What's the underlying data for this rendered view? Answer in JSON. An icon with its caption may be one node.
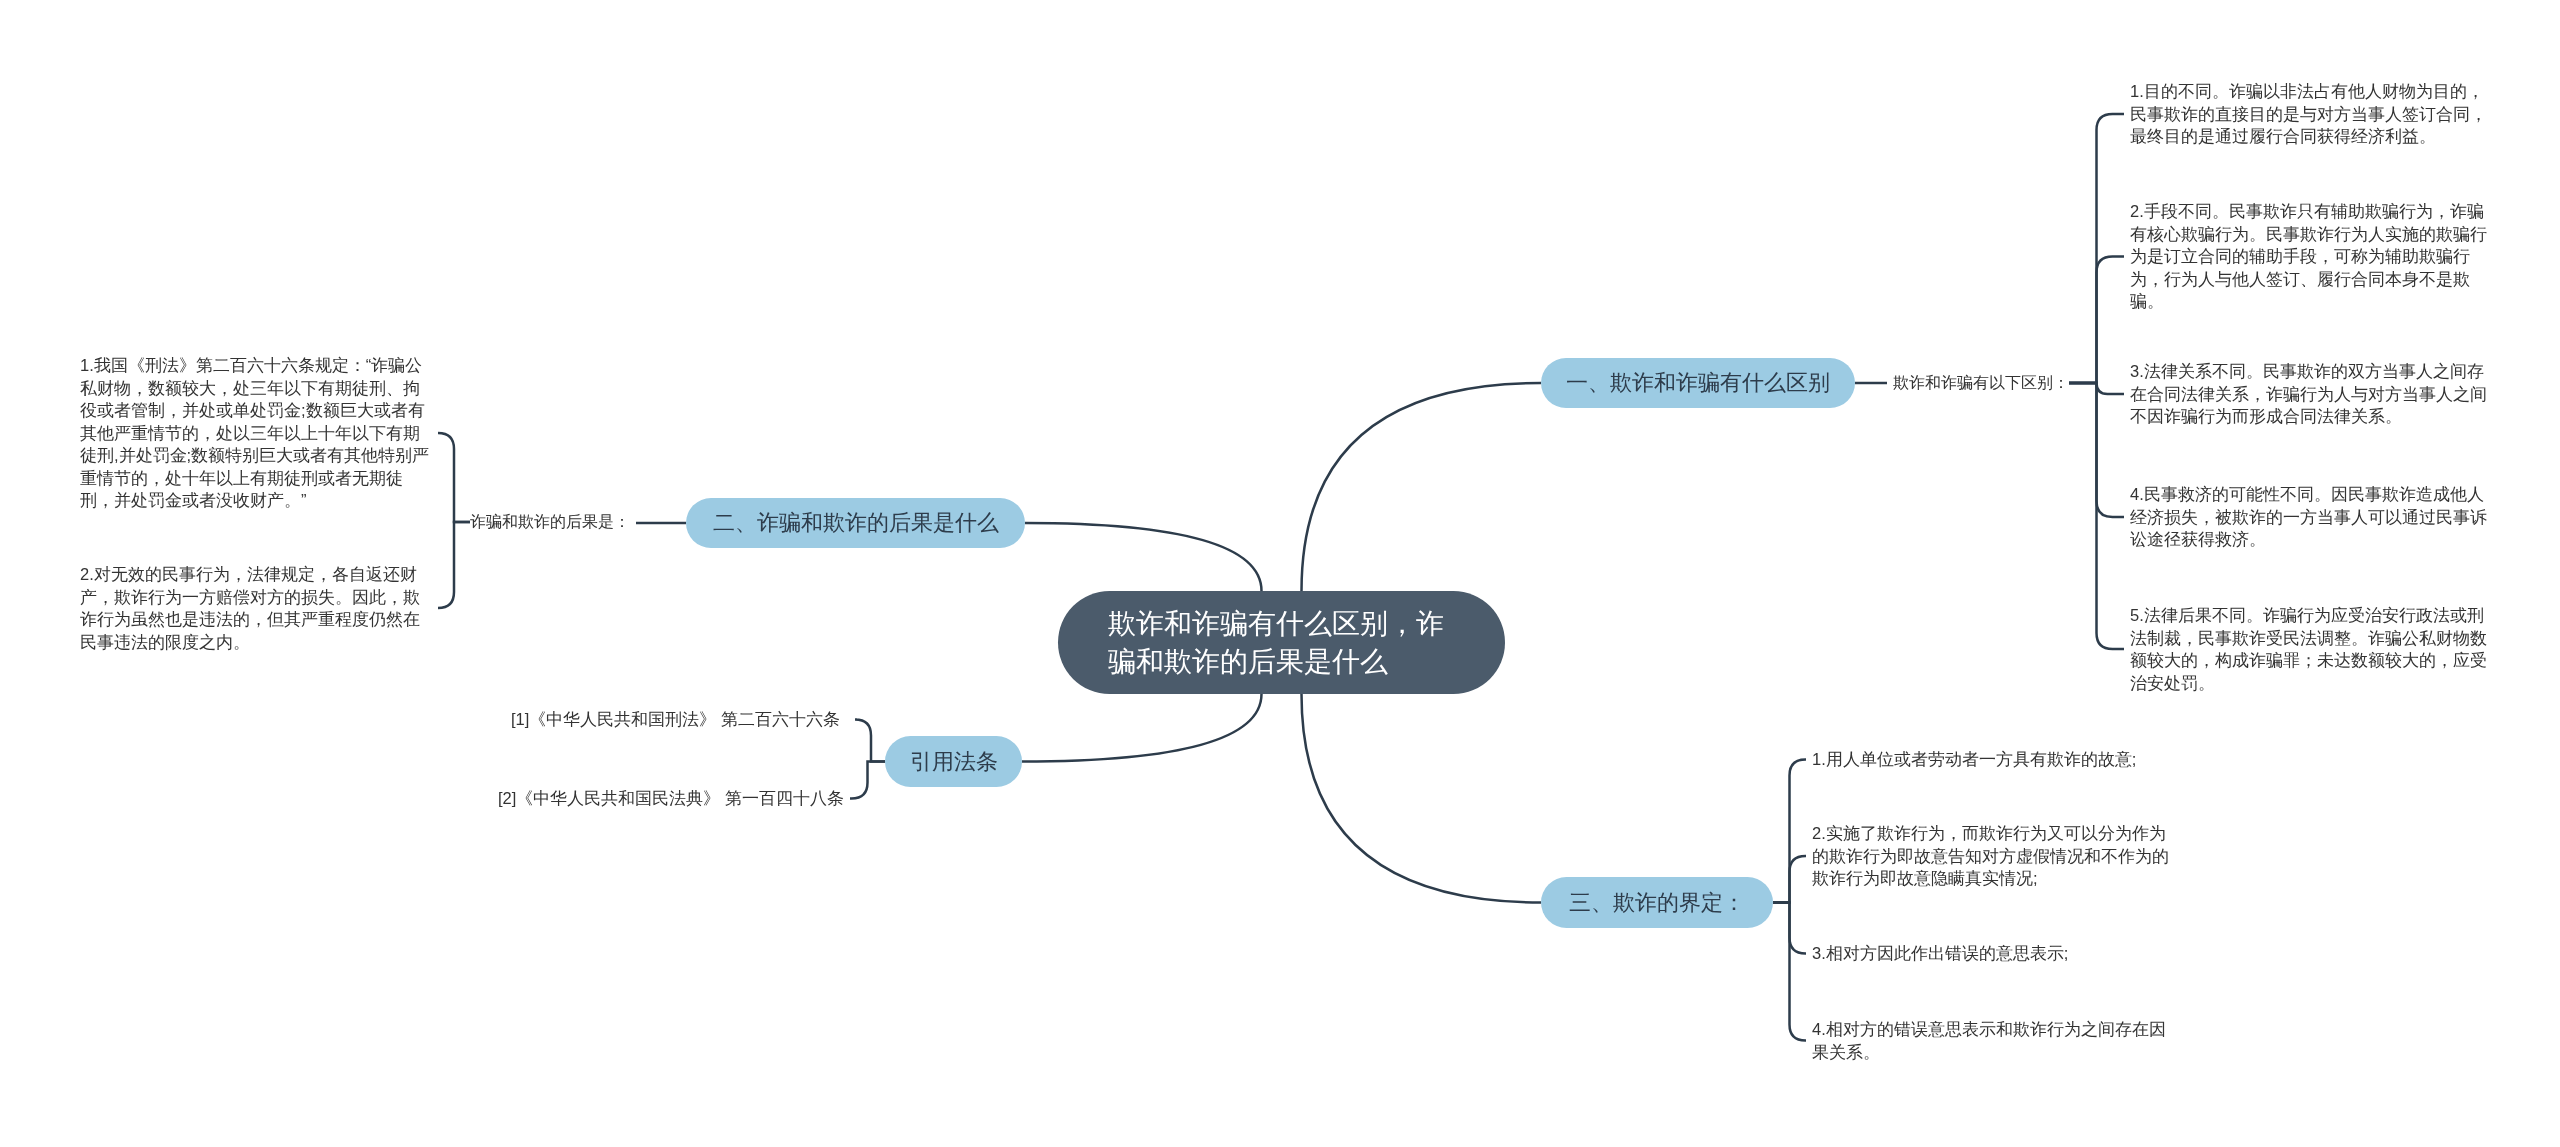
{
  "diagram": {
    "nodes": [
      {
        "text": [
          "欺诈和诈骗有什么区别，诈骗和欺诈的后果是什么"
        ]
      },
      {
        "text": [
          "一、欺诈和诈骗有什么区别"
        ]
      },
      {
        "text": [
          "欺诈和诈骗有以下区别："
        ]
      },
      {
        "text": [
          "1.目的不同。诈骗以非法占有他人财物为目的，民事欺诈的直接目的是与对方当事人签订合同，最终目的是通过履行合同获得经济利益。"
        ]
      },
      {
        "text": [
          "2.手段不同。民事欺诈只有辅助欺骗行为，诈骗有核心欺骗行为。民事欺诈行为人实施的欺骗行为是订立合同的辅助手段，可称为辅助欺骗行为，行为人与他人签订、履行合同本身不是欺骗。"
        ]
      },
      {
        "text": [
          "3.法律关系不同。民事欺诈的双方当事人之间存在合同法律关系，诈骗行为人与对方当事人之间不因诈骗行为而形成合同法律关系。"
        ]
      },
      {
        "text": [
          "4.民事救济的可能性不同。因民事欺诈造成他人经济损失，被欺诈的一方当事人可以通过民事诉讼途径获得救济。"
        ]
      },
      {
        "text": [
          "5.法律后果不同。诈骗行为应受治安行政法或刑法制裁，民事欺诈受民法调整。诈骗公私财物数额较大的，构成诈骗罪；未达数额较大的，应受治安处罚。"
        ]
      },
      {
        "text": [
          "二、诈骗和欺诈的后果是什么"
        ]
      },
      {
        "text": [
          "诈骗和欺诈的后果是："
        ]
      },
      {
        "text": [
          "1.我国《刑法》第二百六十六条规定：“诈骗公私财物，数额较大，处三年以下有期徒刑、拘役或者管制，并处或单处罚金;数额巨大或者有其他严重情节的，处以三年以上十年以下有期徒刑,并处罚金;数额特别巨大或者有其他特别严重情节的，处十年以上有期徒刑或者无期徒刑，并处罚金或者没收财产。”"
        ]
      },
      {
        "text": [
          "2.对无效的民事行为，法律规定，各自返还财产，欺诈行为一方赔偿对方的损失。因此，欺诈行为虽然也是违法的，但其严重程度仍然在民事违法的限度之内。"
        ]
      },
      {
        "text": [
          "引用法条"
        ]
      },
      {
        "text": [
          "[1]《中华人民共和国刑法》 第二百六十六条"
        ]
      },
      {
        "text": [
          "[2]《中华人民共和国民法典》 第一百四十八条"
        ]
      },
      {
        "text": [
          "三、欺诈的界定："
        ]
      },
      {
        "text": [
          "1.用人单位或者劳动者一方具有欺诈的故意;"
        ]
      },
      {
        "text": [
          "2.实施了欺诈行为，而欺诈行为又可以分为作为的欺诈行为即故意告知对方虚假情况和不作为的欺诈行为即故意隐瞒真实情况;"
        ]
      },
      {
        "text": [
          "3.相对方因此作出错误的意思表示;"
        ]
      },
      {
        "text": [
          "4.相对方的错误意思表示和欺诈行为之间存在因果关系。"
        ]
      }
    ],
    "edges": [
      {
        "from": 0,
        "to": 1,
        "arrow": "none"
      },
      {
        "from": 1,
        "to": 2,
        "arrow": "none"
      },
      {
        "from": 2,
        "to": 3,
        "arrow": "none"
      },
      {
        "from": 2,
        "to": 4,
        "arrow": "none"
      },
      {
        "from": 2,
        "to": 5,
        "arrow": "none"
      },
      {
        "from": 2,
        "to": 6,
        "arrow": "none"
      },
      {
        "from": 2,
        "to": 7,
        "arrow": "none"
      },
      {
        "from": 0,
        "to": 8,
        "arrow": "none"
      },
      {
        "from": 8,
        "to": 9,
        "arrow": "none"
      },
      {
        "from": 9,
        "to": 10,
        "arrow": "none"
      },
      {
        "from": 9,
        "to": 11,
        "arrow": "none"
      },
      {
        "from": 0,
        "to": 12,
        "arrow": "none"
      },
      {
        "from": 12,
        "to": 13,
        "arrow": "none"
      },
      {
        "from": 12,
        "to": 14,
        "arrow": "none"
      },
      {
        "from": 0,
        "to": 15,
        "arrow": "none"
      },
      {
        "from": 15,
        "to": 16,
        "arrow": "none"
      },
      {
        "from": 15,
        "to": 17,
        "arrow": "none"
      },
      {
        "from": 15,
        "to": 18,
        "arrow": "none"
      },
      {
        "from": 15,
        "to": 19,
        "arrow": "none"
      }
    ]
  }
}
